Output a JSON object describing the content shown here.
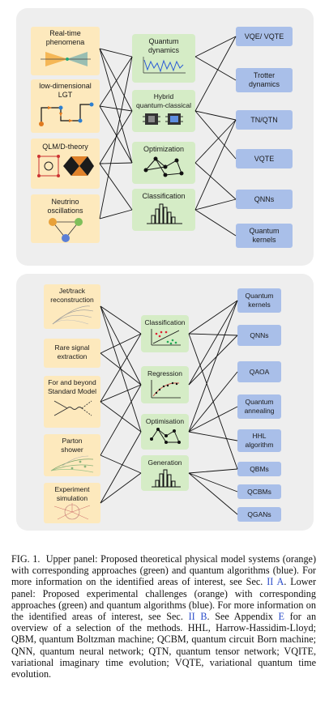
{
  "top_panel": {
    "systems": [
      "Real-time\nphenomena",
      "low-dimensional\nLGT",
      "QLM/D-theory",
      "Neutrino\noscillations"
    ],
    "approaches": [
      "Quantum\ndynamics",
      "Hybrid\nquantum-classical",
      "Optimization",
      "Classification"
    ],
    "algorithms": [
      "VQE/ VQTE",
      "Trotter\ndynamics",
      "TN/QTN",
      "VQTE",
      "QNNs",
      "Quantum\nkernels"
    ]
  },
  "bottom_panel": {
    "challenges": [
      "Jet/track\nreconstruction",
      "Rare signal\nextraction",
      "For and beyond\nStandard Model",
      "Parton\nshower",
      "Experiment\nsimulation"
    ],
    "approaches": [
      "Classification",
      "Regression",
      "Optimisation",
      "Generation"
    ],
    "algorithms": [
      "Quantum\nkernels",
      "QNNs",
      "QAOA",
      "Quantum\nannealing",
      "HHL\nalgorithm",
      "QBMs",
      "QCBMs",
      "QGANs"
    ]
  },
  "caption": {
    "figure_label": "FIG. 1.",
    "part1": "Upper panel: Proposed theoretical physical model systems (orange) with corresponding approaches (green) and quantum algorithms (blue). For more information on the identified areas of interest, see Sec.",
    "ref1": "II A",
    "part2": ". Lower panel: Proposed experimental challenges (orange) with corresponding approaches (green) and quantum algorithms (blue). For more information on the identified areas of interest, see Sec.",
    "ref2": "II B",
    "part3": ". See Appendix",
    "ref3": "E",
    "part4": "for an overview of a selection of the methods. HHL, Harrow-Hassidim-Lloyd; QBM, quantum Boltzman machine; QCBM, quantum circuit Born machine; QNN, quantum neural network; QTN, quantum tensor network; VQITE, variational imaginary time evolution; VQTE, variational quantum time evolution."
  },
  "colors": {
    "orange": "#fde9bd",
    "green": "#d5ecc6",
    "blue": "#a9bfe9",
    "panel": "#eeeeee",
    "line": "#111111"
  }
}
